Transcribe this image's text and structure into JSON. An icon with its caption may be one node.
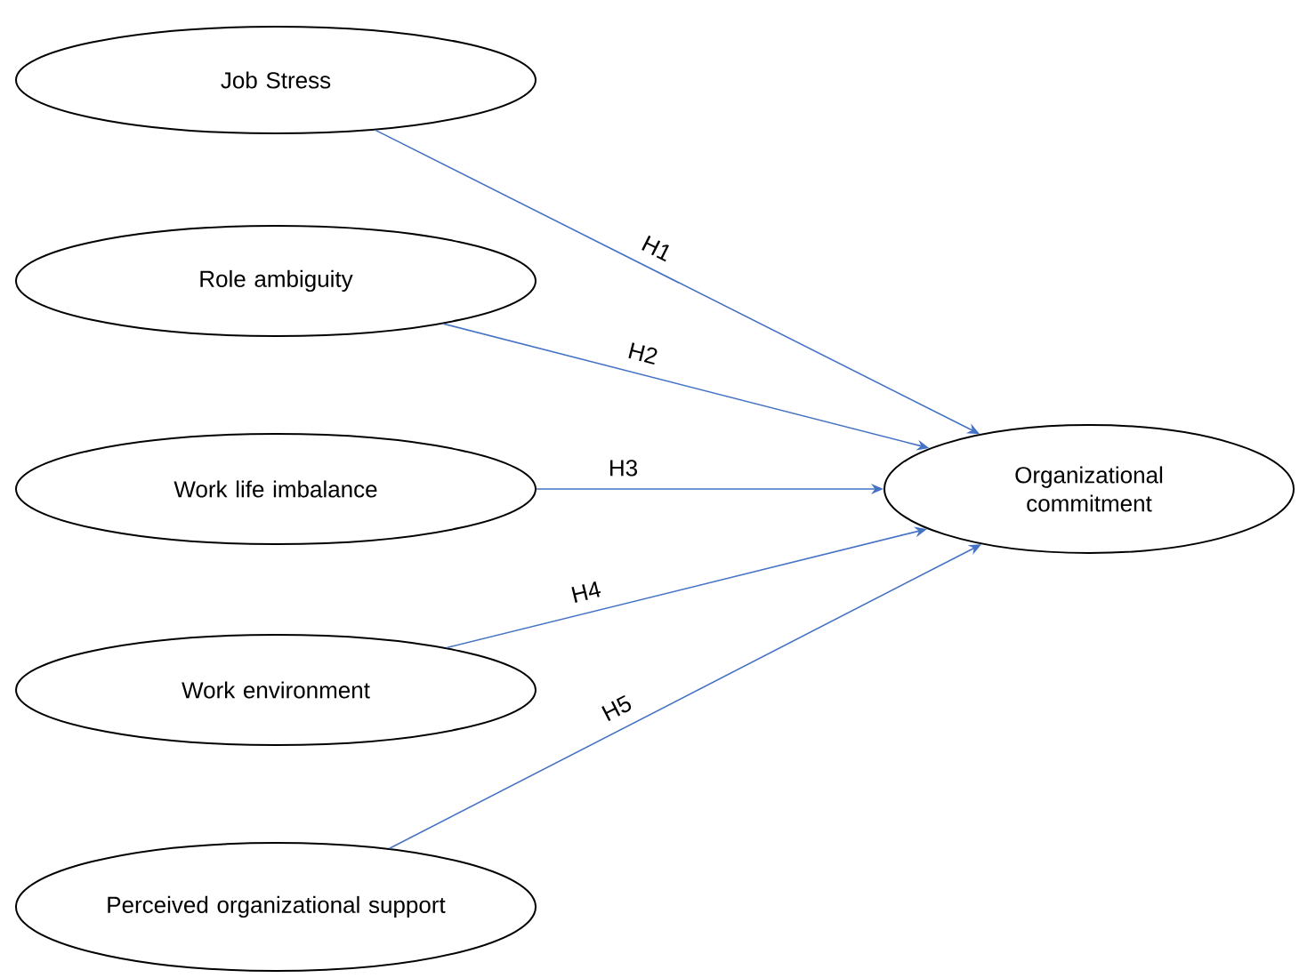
{
  "diagram": {
    "nodes": [
      {
        "text": [
          "Job Stress"
        ]
      },
      {
        "text": [
          "Role ambiguity"
        ]
      },
      {
        "text": [
          "Work life imbalance"
        ]
      },
      {
        "text": [
          "Work environment"
        ]
      },
      {
        "text": [
          "Perceived organizational support"
        ]
      },
      {
        "text": [
          "Organizational commitment"
        ]
      }
    ],
    "edges": [
      {
        "from": 0,
        "to": 5,
        "arrow": "to",
        "label": "H1"
      },
      {
        "from": 1,
        "to": 5,
        "arrow": "to",
        "label": "H2"
      },
      {
        "from": 2,
        "to": 5,
        "arrow": "to",
        "label": "H3"
      },
      {
        "from": 3,
        "to": 5,
        "arrow": "to",
        "label": "H4"
      },
      {
        "from": 4,
        "to": 5,
        "arrow": "to",
        "label": "H5"
      }
    ]
  }
}
